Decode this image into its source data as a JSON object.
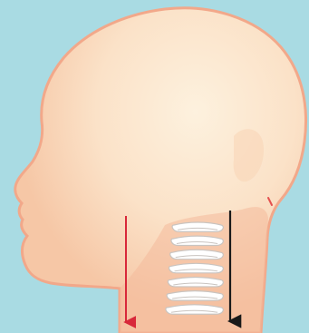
{
  "diagram": {
    "subject": "head-and-neck-side-profile",
    "colors": {
      "background": "#a9dbe3",
      "skin": "#f6bf9e",
      "skin_light": "#fbe6cf",
      "outline": "#e69b7d",
      "vertebra": "#ffffff",
      "vertebra_shadow": "#c9c4c0",
      "arrow_front": "#d8283a",
      "arrow_back": "#1a1a1a"
    },
    "parts": [
      {
        "name": "head",
        "icon": "head-profile"
      },
      {
        "name": "cervical-vertebrae",
        "icon": "spine-stack",
        "count": 7
      },
      {
        "name": "front-arrow",
        "icon": "arrow-down-red"
      },
      {
        "name": "back-arrow",
        "icon": "arrow-down-black"
      }
    ]
  }
}
